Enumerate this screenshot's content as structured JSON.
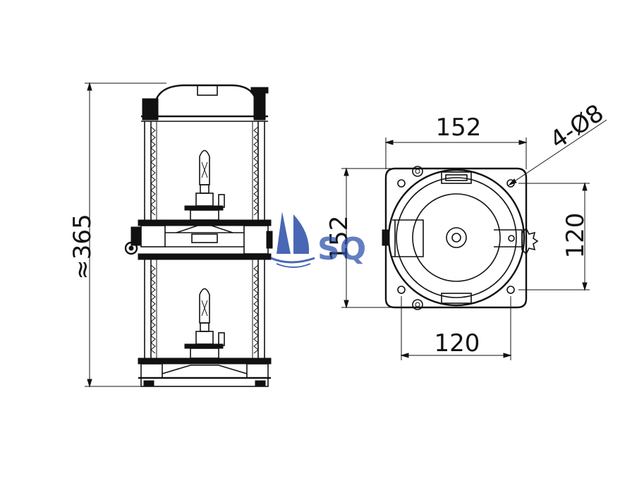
{
  "side_view": {
    "height_label": "≈365"
  },
  "plan_view": {
    "width_label": "152",
    "height_label": "152",
    "hole_spacing_right_label": "120",
    "hole_spacing_bottom_label": "120",
    "hole_callout_label": "4-Ø8"
  },
  "watermark": {
    "text": "SQ",
    "color": "#2a4da8"
  }
}
